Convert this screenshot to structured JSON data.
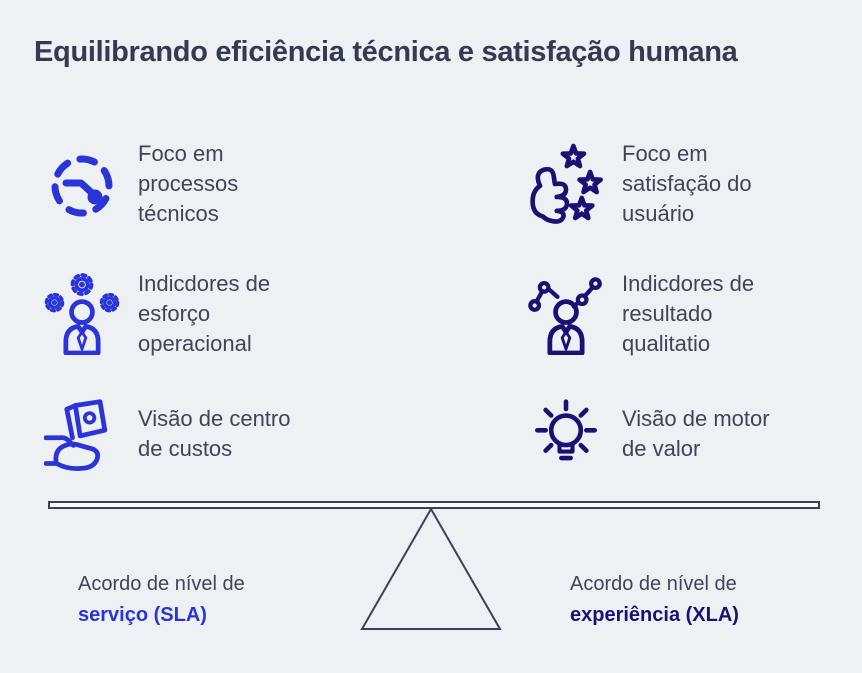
{
  "title": "Equilibrando eficiência técnica e satisfação humana",
  "colors": {
    "background": "#edf1f4",
    "title": "#343a50",
    "text": "#3f4557",
    "left_accent": "#2b34d8",
    "right_accent": "#1b1173",
    "beam_stroke": "#3c4157"
  },
  "columns": {
    "left": {
      "items": [
        {
          "icon": "gauge-icon",
          "label": "Foco em\nprocessos\ntécnicos"
        },
        {
          "icon": "person-gears-icon",
          "label": "Indicdores de\nesforço\noperacional"
        },
        {
          "icon": "cash-hand-icon",
          "label": "Visão de centro\nde custos"
        }
      ]
    },
    "right": {
      "items": [
        {
          "icon": "thumbs-up-stars-icon",
          "label": "Foco em\nsatisfação do\nusuário"
        },
        {
          "icon": "person-network-icon",
          "label": "Indicdores de\nresultado\nqualitatio"
        },
        {
          "icon": "lightbulb-icon",
          "label": "Visão de motor\nde valor"
        }
      ]
    }
  },
  "balance": {
    "left_label": {
      "line1": "Acordo de nível de",
      "line2": "serviço (SLA)"
    },
    "right_label": {
      "line1": "Acordo de nível de",
      "line2": "experiência (XLA)"
    }
  }
}
